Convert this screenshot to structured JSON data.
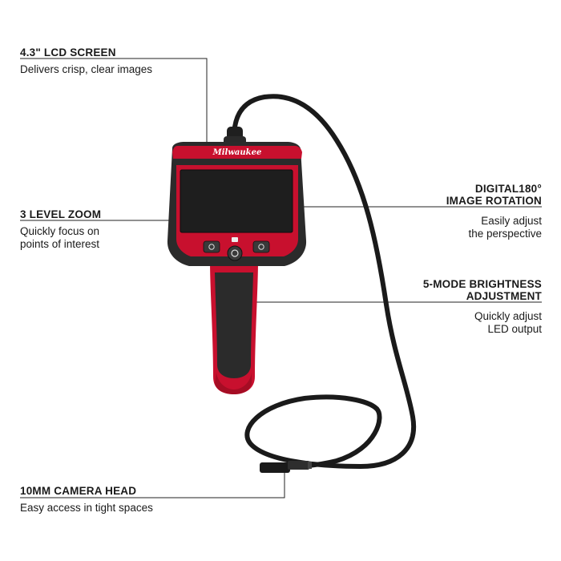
{
  "product": {
    "brand_logo_text": "Milwaukee"
  },
  "callouts": {
    "lcd": {
      "title": "4.3\" LCD SCREEN",
      "desc": "Delivers crisp, clear images"
    },
    "zoom": {
      "title": "3 LEVEL ZOOM",
      "desc_lines": [
        "Quickly focus on",
        "points of interest"
      ]
    },
    "rotation": {
      "title_lines": [
        "DIGITAL180°",
        "IMAGE ROTATION"
      ],
      "desc_lines": [
        "Easily adjust",
        "the perspective"
      ]
    },
    "brightness": {
      "title_lines": [
        "5-MODE BRIGHTNESS",
        "ADJUSTMENT"
      ],
      "desc_lines": [
        "Quickly adjust",
        "LED output"
      ]
    },
    "camera_head": {
      "title": "10MM CAMERA HEAD",
      "desc": "Easy access in tight spaces"
    }
  },
  "colors": {
    "body_red": "#c8102e",
    "dark_red": "#8e0c1c",
    "housing_black": "#2b2b2b",
    "screen": "#1e1e1e",
    "cable": "#1a1a1a",
    "leader_line": "#222222"
  }
}
